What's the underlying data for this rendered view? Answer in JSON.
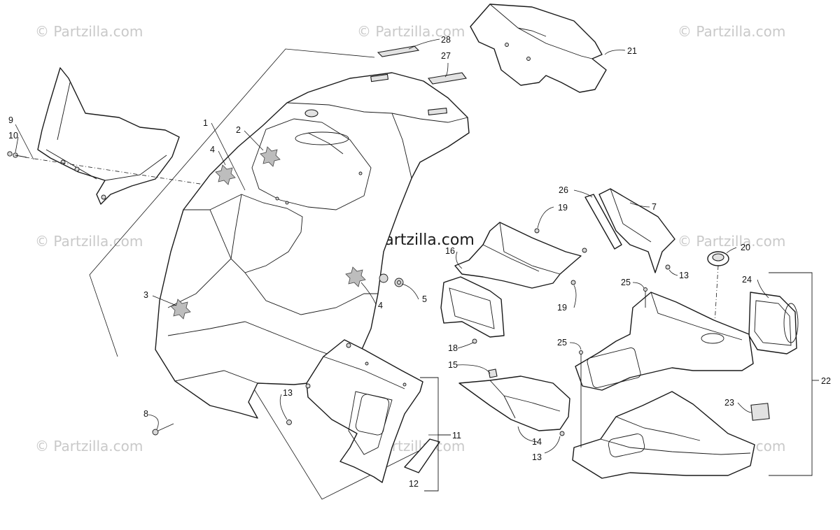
{
  "watermark": "© Partzilla.com",
  "callouts": {
    "c1": "1",
    "c2": "2",
    "c3": "3",
    "c4a": "4",
    "c4b": "4",
    "c5": "5",
    "c7": "7",
    "c8": "8",
    "c9": "9",
    "c10": "10",
    "c11": "11",
    "c12": "12",
    "c13a": "13",
    "c13b": "13",
    "c13c": "13",
    "c14": "14",
    "c15": "15",
    "c16": "16",
    "c18": "18",
    "c19a": "19",
    "c19b": "19",
    "c20": "20",
    "c21": "21",
    "c22": "22",
    "c23": "23",
    "c24": "24",
    "c25a": "25",
    "c25b": "25",
    "c26": "26",
    "c27": "27",
    "c28": "28"
  }
}
